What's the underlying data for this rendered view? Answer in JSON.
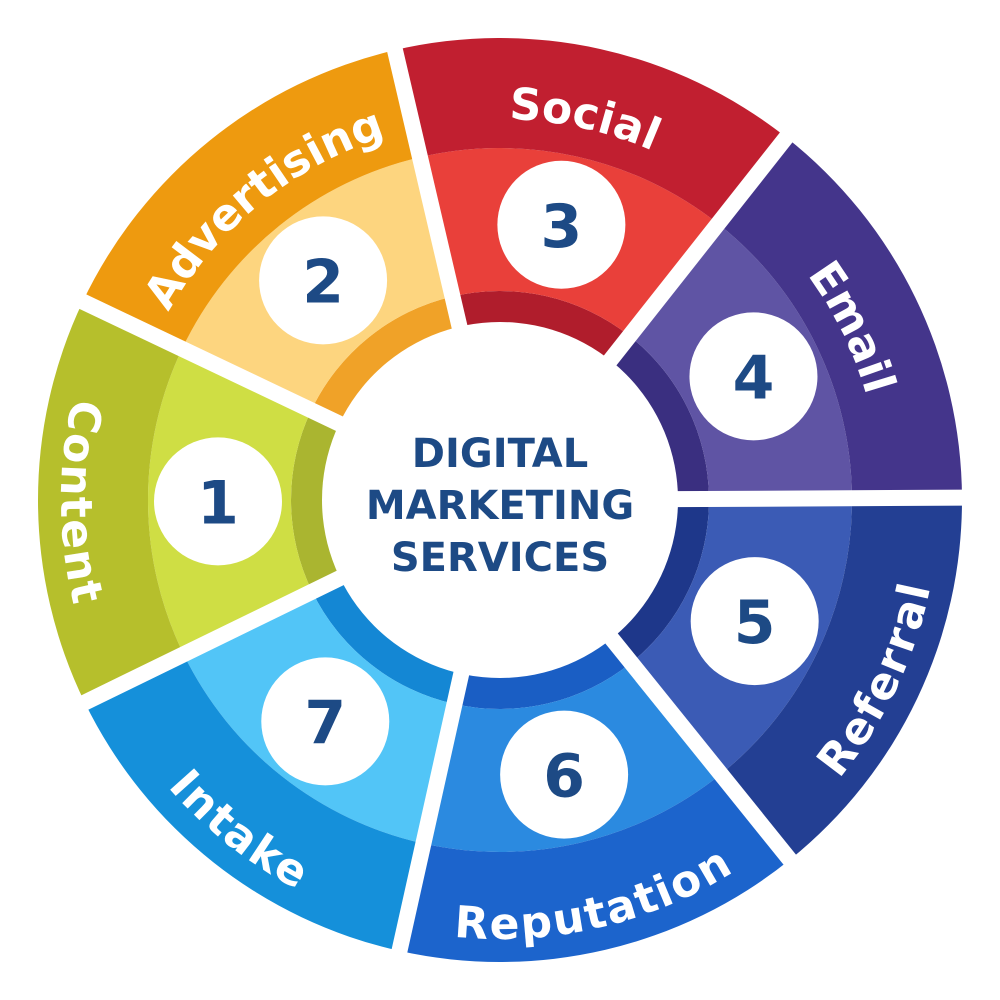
{
  "center": {
    "lines": [
      "DIGITAL",
      "MARKETING",
      "SERVICES"
    ],
    "text_color": "#1d4a85"
  },
  "number_color": "#1d4a85",
  "segments": [
    {
      "number": "1",
      "label": "Content",
      "outer": "#b6bf2c",
      "mid": "#cfde44",
      "inner": "#aab530"
    },
    {
      "number": "2",
      "label": "Advertising",
      "outer": "#ee9a0f",
      "mid": "#fdd57f",
      "inner": "#f0a228"
    },
    {
      "number": "3",
      "label": "Social",
      "outer": "#c11f30",
      "mid": "#e9403a",
      "inner": "#b01d2c"
    },
    {
      "number": "4",
      "label": "Email",
      "outer": "#44358b",
      "mid": "#5f54a4",
      "inner": "#3a2f80"
    },
    {
      "number": "5",
      "label": "Referral",
      "outer": "#233f93",
      "mid": "#3b5bb5",
      "inner": "#1e378a"
    },
    {
      "number": "6",
      "label": "Reputation",
      "outer": "#1c64cc",
      "mid": "#2b8ae0",
      "inner": "#1a5ec4"
    },
    {
      "number": "7",
      "label": "Intake",
      "outer": "#1590da",
      "mid": "#52c5f7",
      "inner": "#1487d4"
    }
  ]
}
